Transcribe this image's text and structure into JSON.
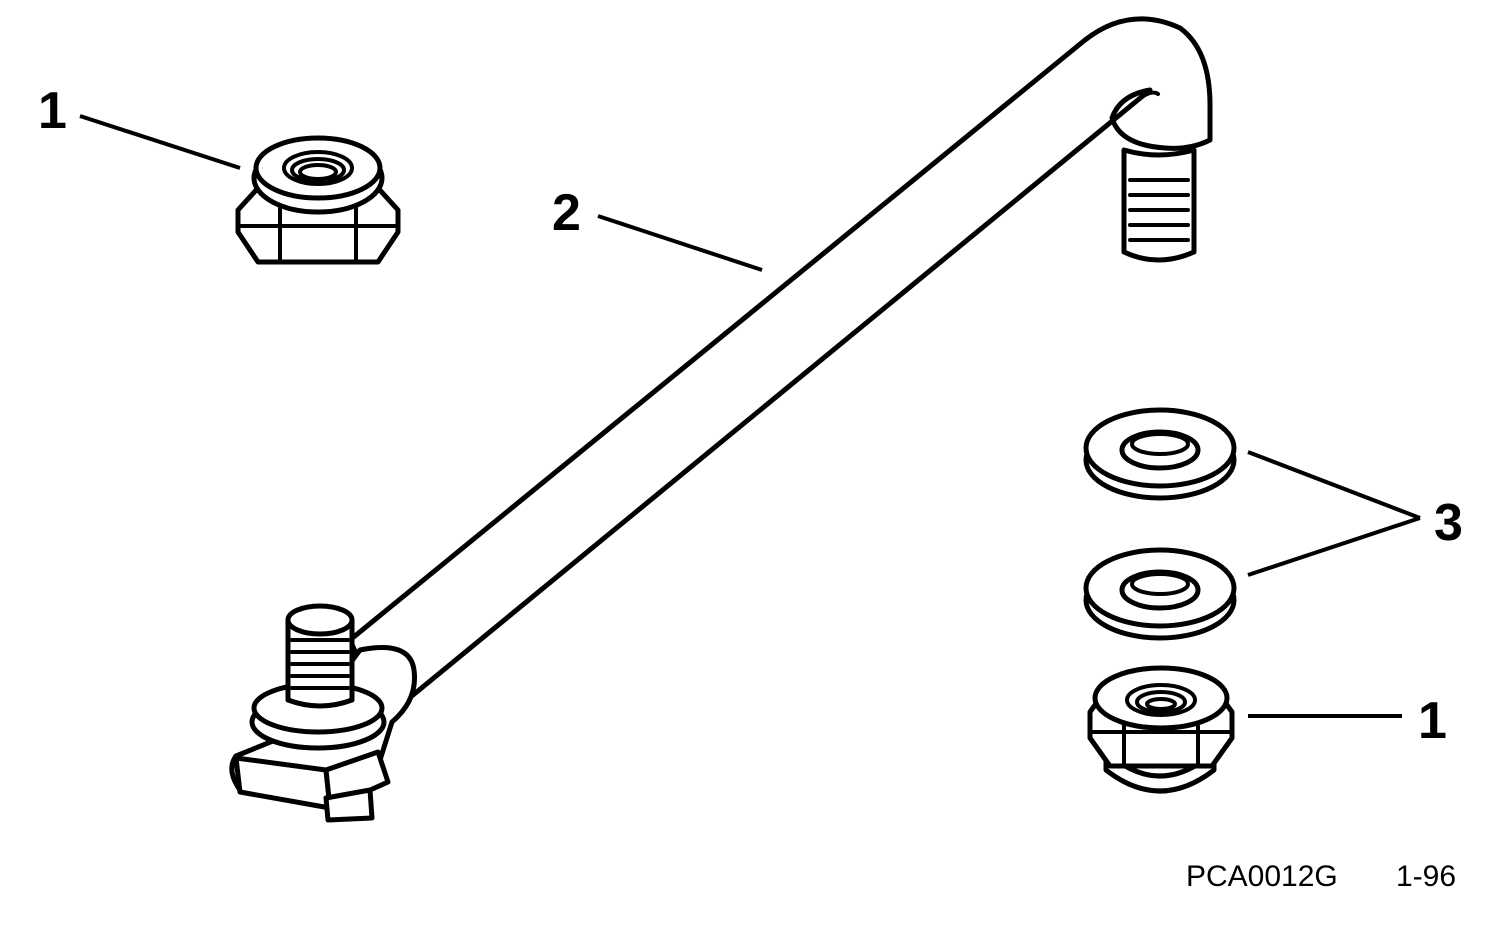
{
  "callouts": {
    "nut_top": "1",
    "link_rod": "2",
    "washers": "3",
    "nut_bottom": "1"
  },
  "figure_code": "PCA0012G",
  "figure_date": "1-96",
  "colors": {
    "line": "#000000",
    "background": "#ffffff"
  }
}
